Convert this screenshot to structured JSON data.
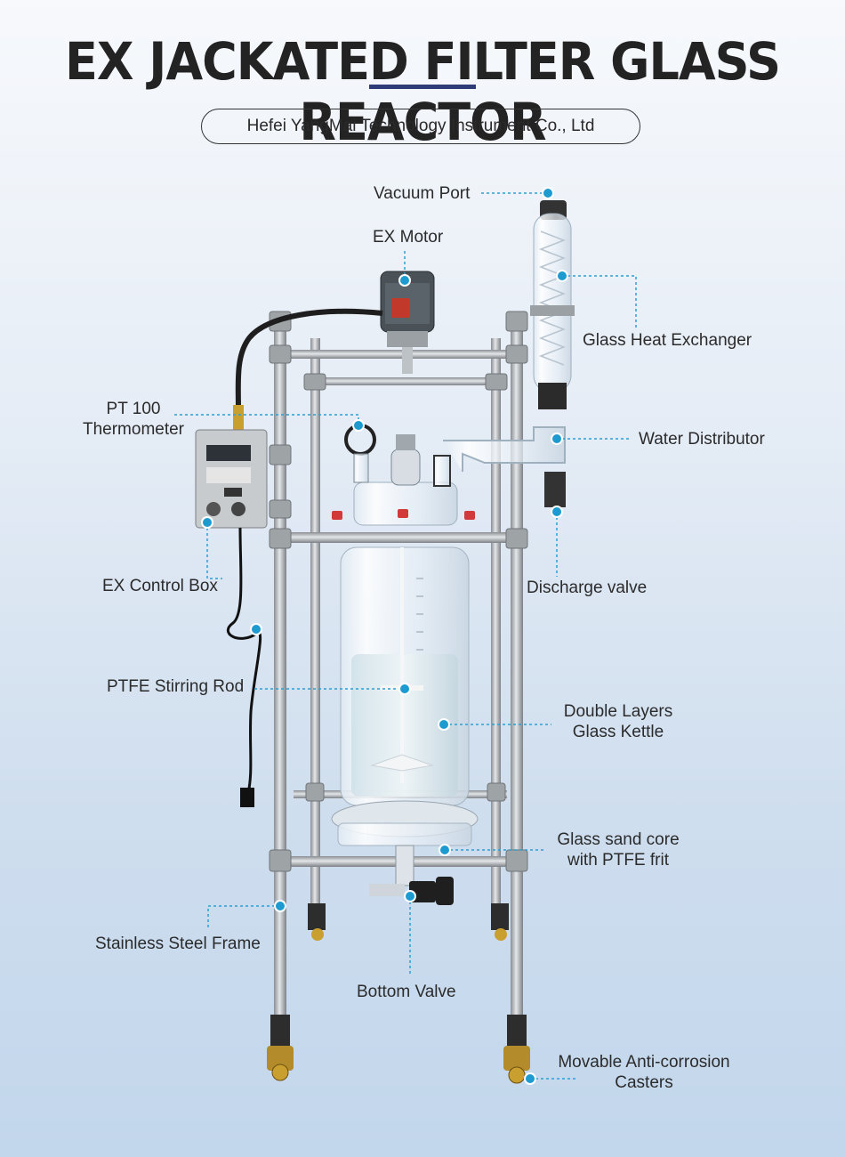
{
  "header": {
    "title": "EX JACKATED FILTER GLASS REACTOR",
    "company": "Hefei YangMai Technology Instrument  Co., Ltd"
  },
  "callouts": {
    "vacuum_port": "Vacuum Port",
    "ex_motor": "EX Motor",
    "glass_heat_exchanger": "Glass Heat Exchanger",
    "pt100_line1": "PT 100",
    "pt100_line2": "Thermometer",
    "water_distributor": "Water Distributor",
    "ex_control_box": "EX Control Box",
    "discharge_valve": "Discharge valve",
    "ptfe_stirring_rod": "PTFE Stirring Rod",
    "double_layers_line1": "Double Layers",
    "double_layers_line2": "Glass Kettle",
    "glass_sand_core_line1": "Glass sand core",
    "glass_sand_core_line2": "with PTFE frit",
    "stainless_steel_frame": "Stainless Steel Frame",
    "bottom_valve": "Bottom Valve",
    "casters_line1": "Movable Anti-corrosion",
    "casters_line2": "Casters"
  },
  "colors": {
    "marker": "#1d9bd0",
    "title_bar": "#2e3c78"
  }
}
